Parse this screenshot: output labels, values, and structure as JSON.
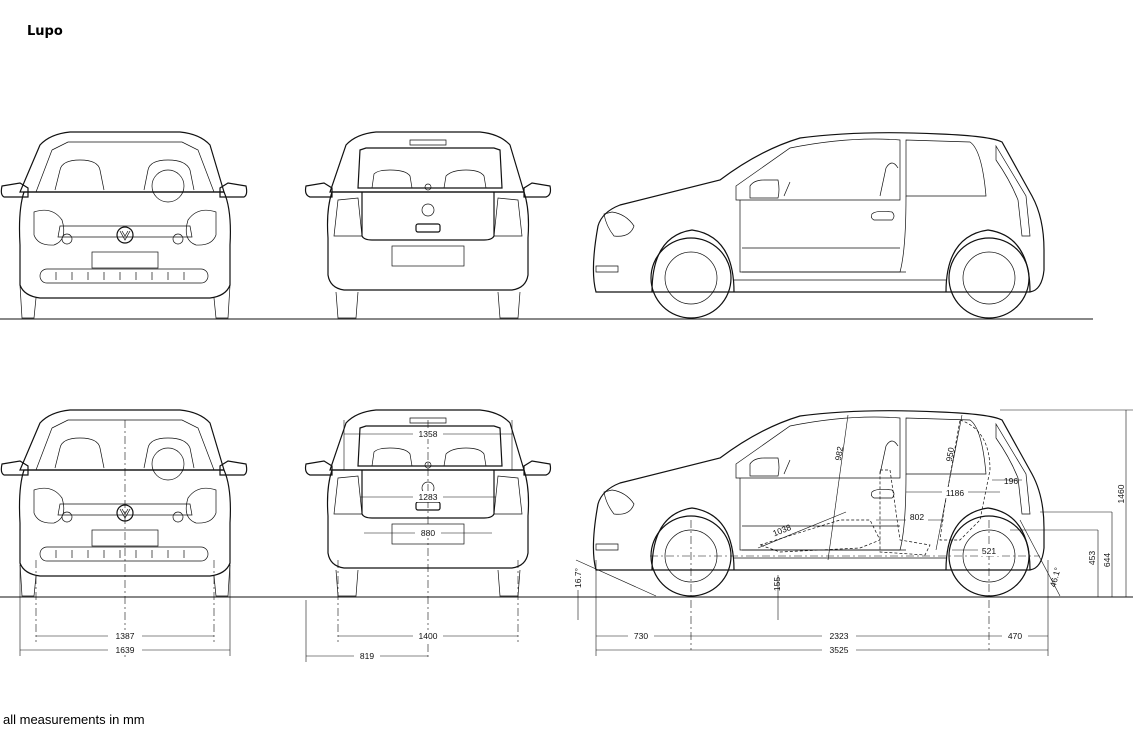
{
  "title": "Lupo",
  "footer": "all measurements in mm",
  "dimensions": {
    "front_track": "1387",
    "front_width": "1639",
    "rear_top_width": "1358",
    "rear_inner_width": "1283",
    "rear_plate_width": "880",
    "rear_track": "1400",
    "rear_half_width": "819",
    "front_overhang": "730",
    "wheelbase": "2323",
    "rear_overhang": "470",
    "length": "3525",
    "height": "1460",
    "approach_angle": "16.7°",
    "departure_angle": "46.1°",
    "ground_clearance": "155",
    "front_headroom": "982",
    "rear_headroom": "950",
    "front_seat_depth": "1038",
    "interior_length": "1186",
    "rear_seat_depth": "802",
    "rear_window_depth": "196",
    "load_sill_length": "521",
    "sill_height": "453",
    "load_height": "644"
  }
}
